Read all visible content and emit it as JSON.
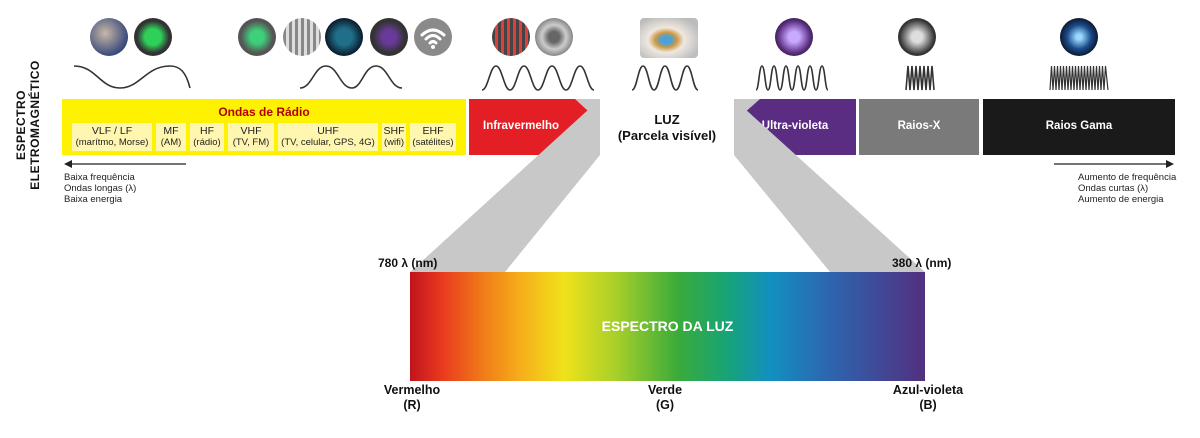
{
  "title": "ESPECTRO\nELETROMAGNÉTICO",
  "radio": {
    "title": "Ondas de Rádio",
    "subbands": [
      {
        "name": "VLF / LF",
        "desc": "(marítmo, Morse)"
      },
      {
        "name": "MF",
        "desc": "(AM)"
      },
      {
        "name": "HF",
        "desc": "(rádio)"
      },
      {
        "name": "VHF",
        "desc": "(TV, FM)"
      },
      {
        "name": "UHF",
        "desc": "(TV, celular, GPS, 4G)"
      },
      {
        "name": "SHF",
        "desc": "(wifi)"
      },
      {
        "name": "EHF",
        "desc": "(satélites)"
      }
    ]
  },
  "bands": {
    "infrared": "Infravermelho",
    "light": "LUZ\n(Parcela visível)",
    "uv": "Ultra-violeta",
    "xray": "Raios-X",
    "gamma": "Raios Gama"
  },
  "notes": {
    "left": [
      "Baixa frequência",
      "Ondas longas (λ)",
      "Baixa energia"
    ],
    "right": [
      "Aumento de frequência",
      "Ondas curtas (λ)",
      "Aumento de energia"
    ]
  },
  "spectrum": {
    "label": "ESPECTRO DA LUZ",
    "left_wavelength": "780 λ (nm)",
    "right_wavelength": "380 λ (nm)",
    "colors": [
      {
        "name": "Vermelho",
        "code": "(R)"
      },
      {
        "name": "Verde",
        "code": "(G)"
      },
      {
        "name": "Azul-violeta",
        "code": "(B)"
      }
    ]
  },
  "colors": {
    "radio": "#fff200",
    "infrared": "#e31e24",
    "uv": "#5a2d82",
    "xray": "#7a7a7a",
    "gamma": "#1a1a1a"
  },
  "icons": [
    "ship-radio-icon",
    "gps-device-icon",
    "mobile-phone-icon",
    "fm-radio-icon",
    "car-display-icon",
    "television-icon",
    "wifi-icon",
    "infrared-sensor-icon",
    "security-camera-icon",
    "eye-icon",
    "uv-lamp-icon",
    "xray-hand-icon",
    "gamma-burst-icon"
  ]
}
